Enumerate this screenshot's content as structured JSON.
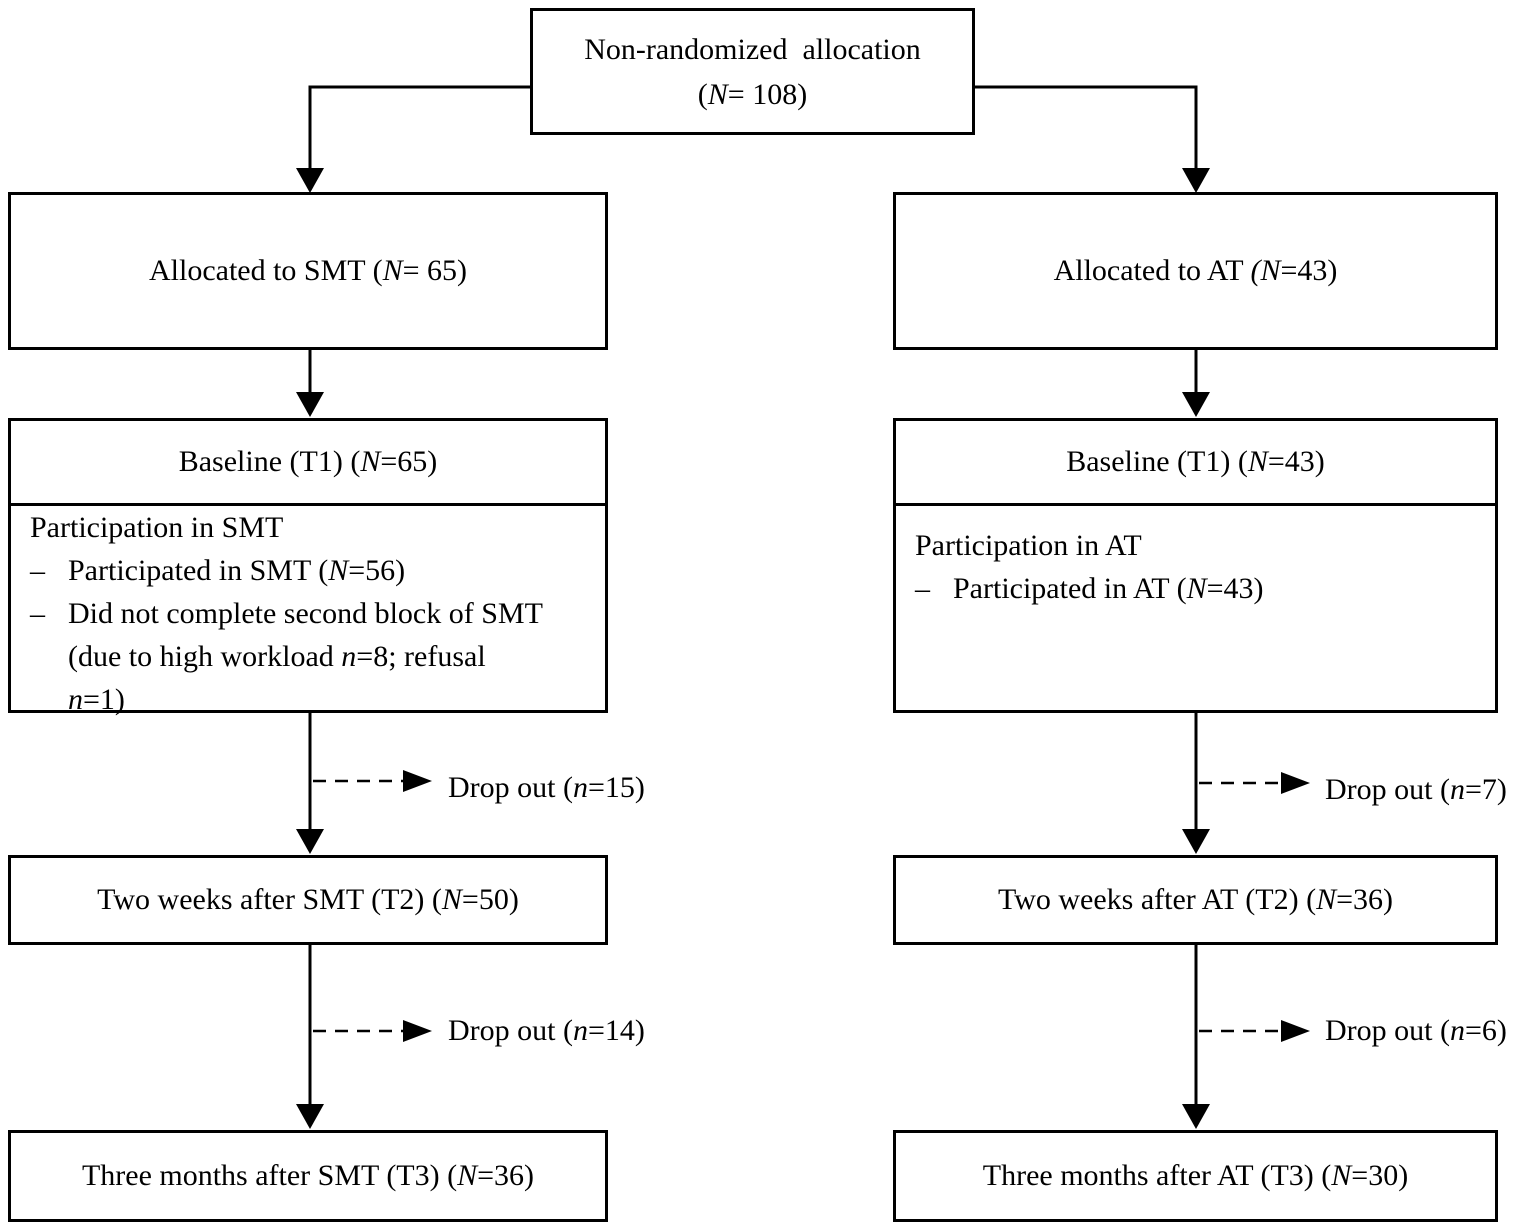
{
  "top": {
    "line1_html": "Non-randomized&nbsp; allocation",
    "line2_html": "(<i>N</i>= 108)"
  },
  "left": {
    "allocated_html": "Allocated to SMT (<i>N</i>= 65)",
    "baseline_html": "Baseline (T1) (<i>N</i>=65)",
    "participation": {
      "heading": "Participation in SMT",
      "items": [
        {
          "marker": "–",
          "text_html": "Participated in SMT (<i>N</i>=56)"
        },
        {
          "marker": "–",
          "text_html": "Did not complete second block of SMT (due to high workload <i>n</i>=8; refusal <i>n</i>=1)"
        }
      ]
    },
    "dropout1_html": "Drop out (<i>n</i>=15)",
    "t2_html": "Two weeks after SMT (T2) (<i>N</i>=50)",
    "dropout2_html": "Drop out (<i>n</i>=14)",
    "t3_html": "Three months after SMT (T3) (<i>N</i>=36)"
  },
  "right": {
    "allocated_html": "Allocated to AT <i>(N</i>=43)",
    "baseline_html": "Baseline (T1) (<i>N</i>=43)",
    "participation": {
      "heading": "Participation in AT",
      "items": [
        {
          "marker": "–",
          "text_html": "Participated in AT (<i>N</i>=43)"
        }
      ]
    },
    "dropout1_html": "Drop out (<i>n</i>=7)",
    "t2_html": "Two weeks after AT (T2) (<i>N</i>=36)",
    "dropout2_html": "Drop out (<i>n</i>=6)",
    "t3_html": "Three months after AT (T3) (<i>N</i>=30)"
  },
  "colors": {
    "line": "#000000",
    "background": "#ffffff"
  }
}
